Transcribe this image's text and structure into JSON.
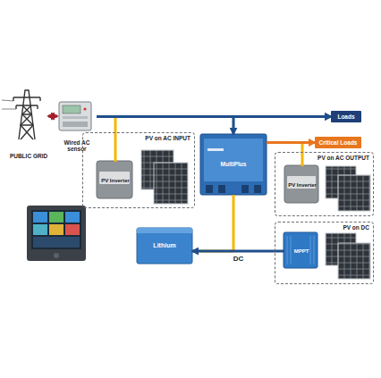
{
  "diagram": {
    "nodes": [
      {
        "text": [
          "PUBLIC GRID"
        ]
      },
      {
        "text": [
          "Wired AC sensor"
        ]
      },
      {
        "text": [
          "Loads"
        ]
      },
      {
        "text": [
          "PV on AC INPUT"
        ]
      },
      {
        "text": [
          "PV Inverter"
        ],
        "in": 3
      },
      {
        "text": [
          "MultiPlus"
        ]
      },
      {
        "text": [
          "Critical Loads"
        ]
      },
      {
        "text": [
          "PV on AC OUTPUT"
        ]
      },
      {
        "text": [
          "PV Inverter"
        ],
        "in": 7
      },
      {
        "text": [
          "PV on DC"
        ]
      },
      {
        "text": [
          "MPPT"
        ],
        "in": 9
      },
      {
        "text": [
          "Lithium"
        ]
      }
    ],
    "edges": [
      {
        "from": 0,
        "to": 1,
        "arrow": "both"
      },
      {
        "from": 4,
        "to": 1,
        "arrow": "none"
      },
      {
        "from": 1,
        "to": 2,
        "arrow": "to"
      },
      {
        "from": 5,
        "to": 2,
        "arrow": "both"
      },
      {
        "from": 8,
        "to": 6,
        "arrow": "none"
      },
      {
        "from": 5,
        "to": 6,
        "arrow": "to"
      },
      {
        "from": 5,
        "to": 11,
        "arrow": "none"
      },
      {
        "from": 10,
        "to": 11,
        "label": "DC",
        "arrow": "to"
      }
    ]
  }
}
